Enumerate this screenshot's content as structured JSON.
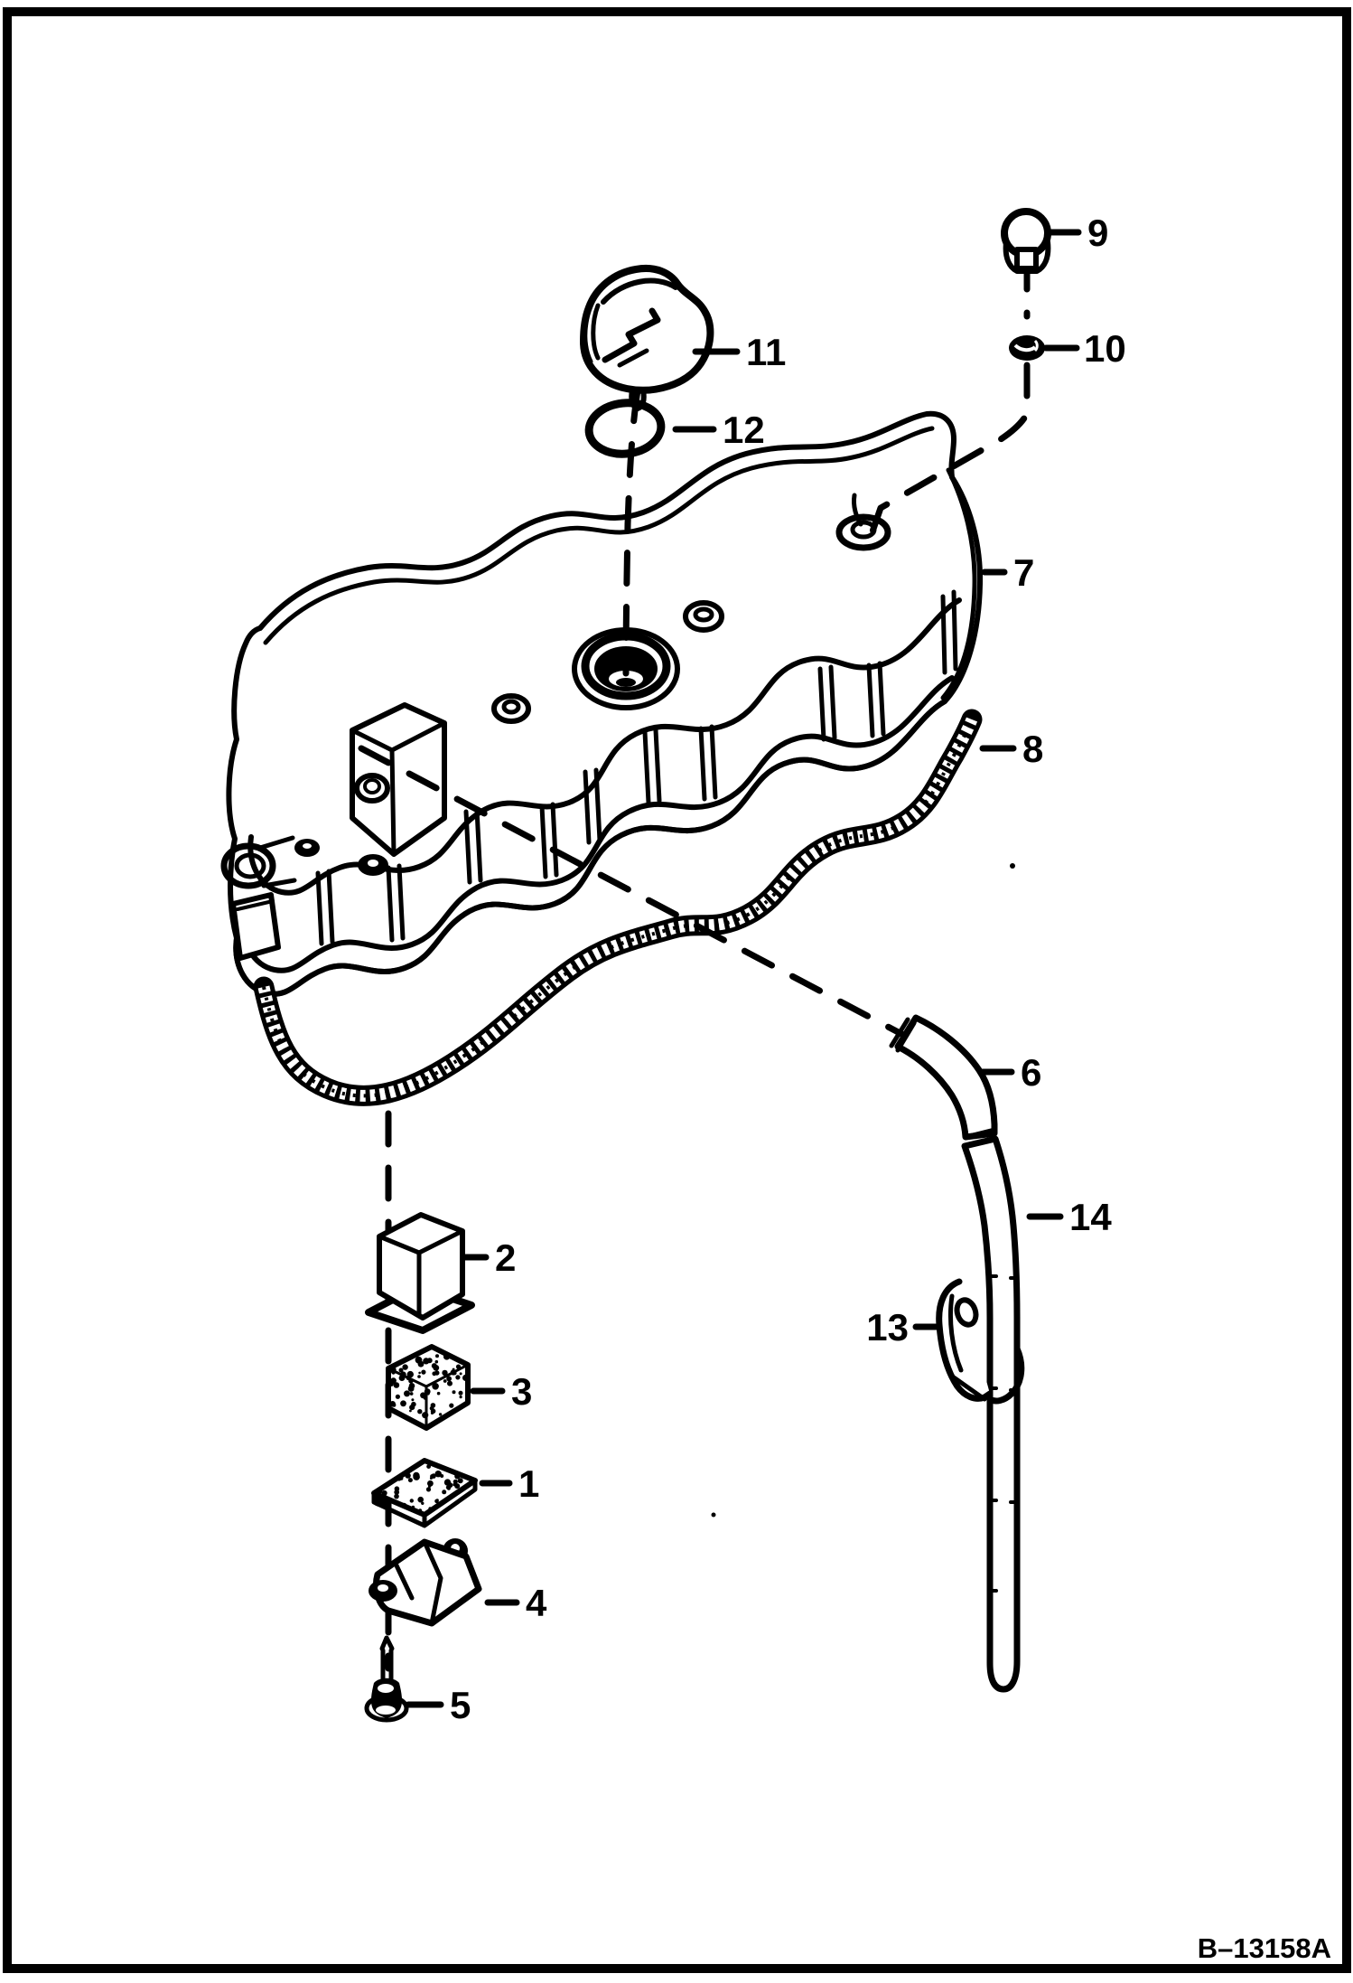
{
  "figure": {
    "code": "B–13158A"
  },
  "colors": {
    "ink": "#000000",
    "paper": "#ffffff"
  },
  "parts": [
    {
      "label": "1"
    },
    {
      "label": "2"
    },
    {
      "label": "3"
    },
    {
      "label": "4"
    },
    {
      "label": "5"
    },
    {
      "label": "6"
    },
    {
      "label": "7"
    },
    {
      "label": "8"
    },
    {
      "label": "9"
    },
    {
      "label": "10"
    },
    {
      "label": "11"
    },
    {
      "label": "12"
    },
    {
      "label": "13"
    },
    {
      "label": "14"
    }
  ]
}
